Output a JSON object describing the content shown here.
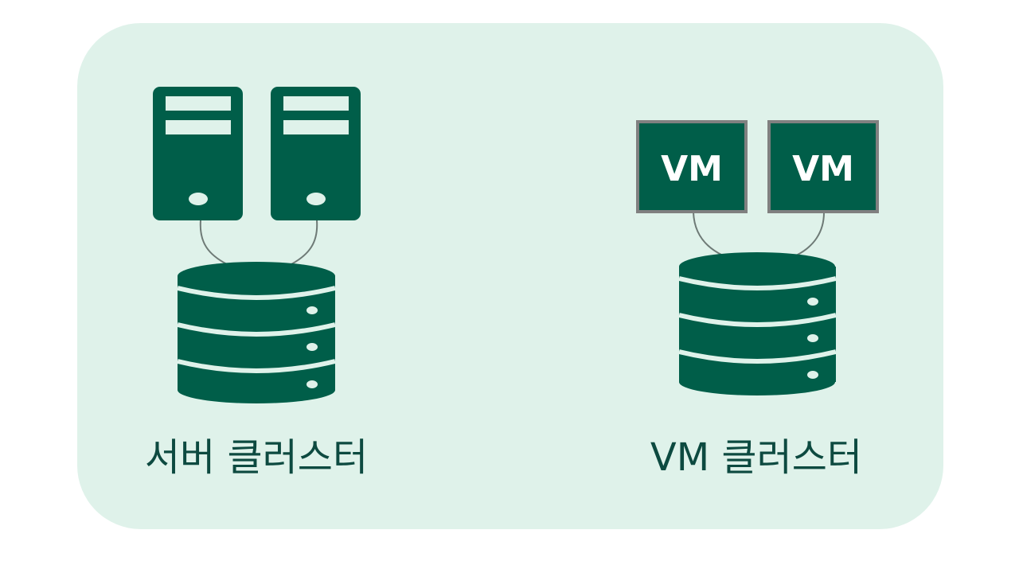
{
  "colors": {
    "panel_bg": "#dff2ea",
    "icon_green": "#005e49",
    "icon_light": "#dff2ea",
    "vm_border": "#808080",
    "connector": "#6e7a76",
    "caption_text": "#0d4a40"
  },
  "clusters": [
    {
      "id": "server-cluster",
      "label": "서버 클러스터",
      "members": [
        {
          "kind": "server",
          "icon": "server-tower-icon"
        },
        {
          "kind": "server",
          "icon": "server-tower-icon"
        }
      ],
      "storage": {
        "icon": "database-icon"
      }
    },
    {
      "id": "vm-cluster",
      "label": "VM 클러스터",
      "members": [
        {
          "kind": "vm",
          "icon": "vm-box-icon",
          "label": "VM"
        },
        {
          "kind": "vm",
          "icon": "vm-box-icon",
          "label": "VM"
        }
      ],
      "storage": {
        "icon": "database-icon"
      }
    }
  ]
}
